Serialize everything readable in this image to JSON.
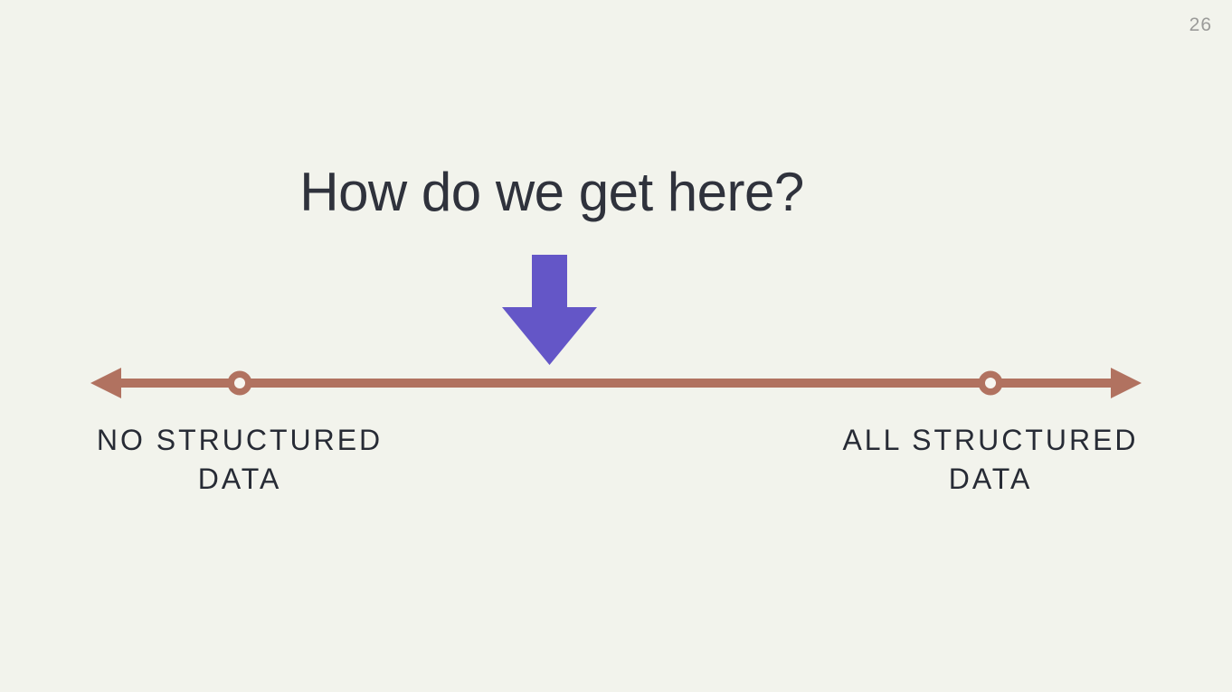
{
  "slide": {
    "page_number": "26",
    "title": "How do we get here?",
    "icons": {
      "down_arrow_icon": "⬇",
      "left_arrowhead_icon": "◀",
      "right_arrowhead_icon": "▶",
      "marker_dot_icon": "◦"
    },
    "spectrum": {
      "left_label_line1": "NO STRUCTURED",
      "left_label_line2": "DATA",
      "right_label_line1": "ALL STRUCTURED",
      "right_label_line2": "DATA"
    },
    "colors": {
      "background": "#f2f3ec",
      "title_text": "#2f323c",
      "label_text": "#272b35",
      "page_number": "#9b9b99",
      "arrow_purple": "#6456c7",
      "line_terracotta": "#b17260",
      "marker_hole": "#f7f5f0"
    }
  }
}
